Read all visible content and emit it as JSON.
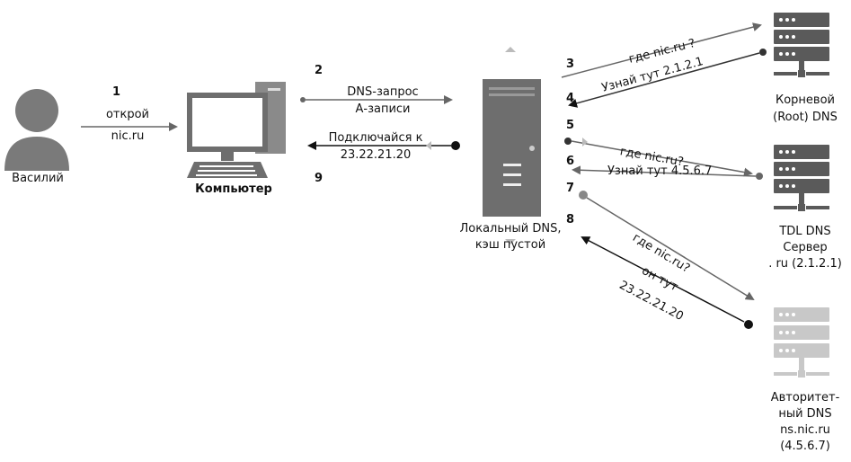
{
  "user": {
    "name": "Василий"
  },
  "computer": {
    "label": "Компьютер"
  },
  "local_dns": {
    "label_line1": "Локальный DNS,",
    "label_line2": "кэш пустой"
  },
  "root_dns": {
    "label_line1": "Корневой",
    "label_line2": "(Root) DNS"
  },
  "tld_dns": {
    "label_line1": "TDL DNS",
    "label_line2": "Сервер",
    "label_line3": ". ru (2.1.2.1)"
  },
  "auth_dns": {
    "label_line1": "Авторитет-",
    "label_line2": "ный DNS",
    "label_line3": "ns.nic.ru",
    "label_line4": "(4.5.6.7)"
  },
  "steps": {
    "s1": {
      "num": "1",
      "line1": "открой",
      "line2": "nic.ru"
    },
    "s2": {
      "num": "2",
      "line1": "DNS-запрос",
      "line2": "А-записи"
    },
    "s9": {
      "num": "9",
      "line1": "Подключайся к",
      "line2": "23.22.21.20"
    },
    "s3": {
      "num": "3",
      "text": "где nic.ru ?"
    },
    "s4": {
      "num": "4",
      "text": "Узнай тут 2.1.2.1"
    },
    "s5": {
      "num": "5",
      "text": "где nic.ru?"
    },
    "s6": {
      "num": "6",
      "text": "Узнай тут 4.5.6.7"
    },
    "s7": {
      "num": "7",
      "text": "где nic.ru?"
    },
    "s8": {
      "num": "8",
      "line1": "он тут",
      "line2": "23.22.21.20"
    }
  },
  "colors": {
    "server_dark": "#5a5a5a",
    "server_light": "#c8c8c8",
    "line": "#666666",
    "monitor": "#6e6e6e",
    "person": "#7a7a7a"
  }
}
